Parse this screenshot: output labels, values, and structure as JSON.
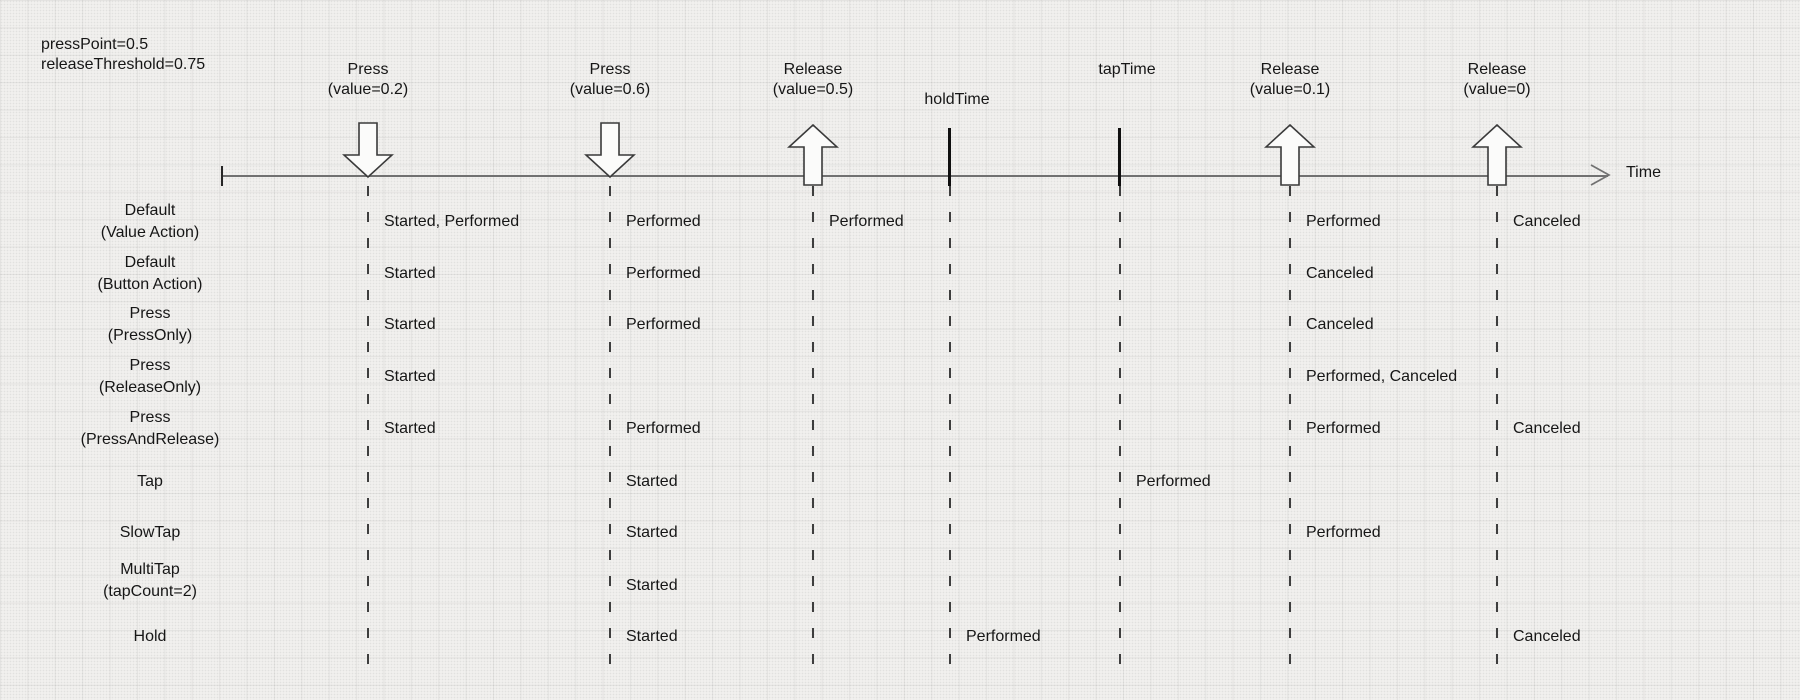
{
  "annotation": {
    "line1": "pressPoint=0.5",
    "line2": "releaseThreshold=0.75"
  },
  "axis": {
    "label": "Time"
  },
  "markers": [
    {
      "label": [
        "Press",
        "(value=0.2)"
      ],
      "glyph": "press-arrow-down"
    },
    {
      "label": [
        "Press",
        "(value=0.6)"
      ],
      "glyph": "press-arrow-down"
    },
    {
      "label": [
        "Release",
        "(value=0.5)"
      ],
      "glyph": "release-arrow-up"
    },
    {
      "label": [
        "holdTime"
      ],
      "glyph": "time-tick"
    },
    {
      "label": [
        "tapTime"
      ],
      "glyph": "time-tick"
    },
    {
      "label": [
        "Release",
        "(value=0.1)"
      ],
      "glyph": "release-arrow-up"
    },
    {
      "label": [
        "Release",
        "(value=0)"
      ],
      "glyph": "release-arrow-up"
    }
  ],
  "rows": [
    {
      "label": [
        "Default",
        "(Value Action)"
      ],
      "events": [
        {
          "col": 0,
          "text": "Started, Performed"
        },
        {
          "col": 1,
          "text": "Performed"
        },
        {
          "col": 2,
          "text": "Performed"
        },
        {
          "col": 5,
          "text": "Performed"
        },
        {
          "col": 6,
          "text": "Canceled"
        }
      ]
    },
    {
      "label": [
        "Default",
        "(Button Action)"
      ],
      "events": [
        {
          "col": 0,
          "text": "Started"
        },
        {
          "col": 1,
          "text": "Performed"
        },
        {
          "col": 5,
          "text": "Canceled"
        }
      ]
    },
    {
      "label": [
        "Press",
        "(PressOnly)"
      ],
      "events": [
        {
          "col": 0,
          "text": "Started"
        },
        {
          "col": 1,
          "text": "Performed"
        },
        {
          "col": 5,
          "text": "Canceled"
        }
      ]
    },
    {
      "label": [
        "Press",
        "(ReleaseOnly)"
      ],
      "events": [
        {
          "col": 0,
          "text": "Started"
        },
        {
          "col": 5,
          "text": "Performed, Canceled"
        }
      ]
    },
    {
      "label": [
        "Press",
        "(PressAndRelease)"
      ],
      "events": [
        {
          "col": 0,
          "text": "Started"
        },
        {
          "col": 1,
          "text": "Performed"
        },
        {
          "col": 5,
          "text": "Performed"
        },
        {
          "col": 6,
          "text": "Canceled"
        }
      ]
    },
    {
      "label": [
        "Tap"
      ],
      "events": [
        {
          "col": 1,
          "text": "Started"
        },
        {
          "col": 4,
          "text": "Performed"
        }
      ]
    },
    {
      "label": [
        "SlowTap"
      ],
      "events": [
        {
          "col": 1,
          "text": "Started"
        },
        {
          "col": 5,
          "text": "Performed"
        }
      ]
    },
    {
      "label": [
        "MultiTap",
        "(tapCount=2)"
      ],
      "events": [
        {
          "col": 1,
          "text": "Started"
        }
      ]
    },
    {
      "label": [
        "Hold"
      ],
      "events": [
        {
          "col": 1,
          "text": "Started"
        },
        {
          "col": 3,
          "text": "Performed"
        },
        {
          "col": 6,
          "text": "Canceled"
        }
      ]
    }
  ]
}
